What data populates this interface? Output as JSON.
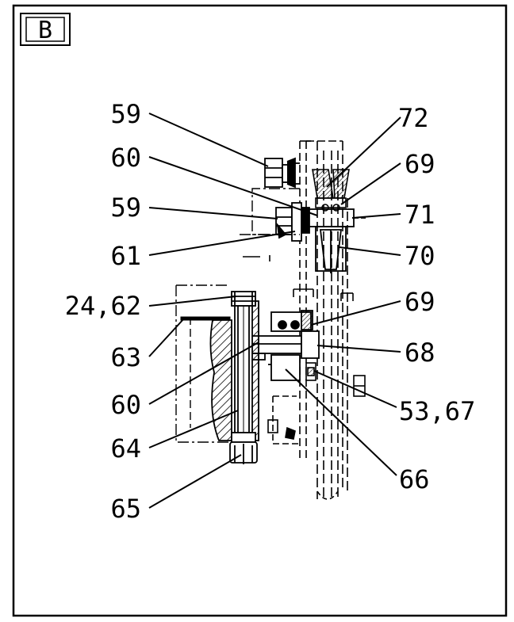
{
  "figure": {
    "panel_label": "B",
    "callouts": [
      {
        "id": "c59a",
        "text": "59"
      },
      {
        "id": "c60a",
        "text": "60"
      },
      {
        "id": "c59b",
        "text": "59"
      },
      {
        "id": "c61",
        "text": "61"
      },
      {
        "id": "c2462",
        "text": "24,62"
      },
      {
        "id": "c63",
        "text": "63"
      },
      {
        "id": "c60b",
        "text": "60"
      },
      {
        "id": "c64",
        "text": "64"
      },
      {
        "id": "c65",
        "text": "65"
      },
      {
        "id": "c72",
        "text": "72"
      },
      {
        "id": "c69a",
        "text": "69"
      },
      {
        "id": "c71",
        "text": "71"
      },
      {
        "id": "c70",
        "text": "70"
      },
      {
        "id": "c69b",
        "text": "69"
      },
      {
        "id": "c68",
        "text": "68"
      },
      {
        "id": "c5367",
        "text": "53,67"
      },
      {
        "id": "c66",
        "text": "66"
      }
    ]
  },
  "colors": {
    "ink": "#000000",
    "paper": "#ffffff"
  }
}
